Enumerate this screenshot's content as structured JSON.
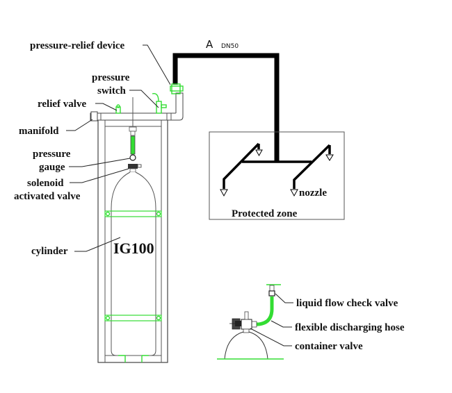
{
  "diagram": {
    "title": "IG100 inert gas fire suppression system",
    "pipe_label": {
      "section": "A",
      "size": "DN50"
    },
    "cylinder_label": "IG100",
    "protected_zone_label": "Protected zone",
    "colors": {
      "pipe": "#000000",
      "highlight": "#33dd33",
      "outline": "#444444"
    },
    "labels": {
      "pressure_relief_device": "pressure-relief device",
      "pressure_switch_line1": "pressure",
      "pressure_switch_line2": "switch",
      "relief_valve": "relief valve",
      "manifold": "manifold",
      "pressure_gauge_line1": "pressure",
      "pressure_gauge_line2": "gauge",
      "solenoid_line1": "solenoid",
      "solenoid_line2": "activated valve",
      "cylinder": "cylinder",
      "nozzle": "nozzle",
      "liquid_flow_check_valve": "liquid flow check valve",
      "flexible_discharging_hose": "flexible discharging hose",
      "container_valve": "container valve"
    }
  }
}
